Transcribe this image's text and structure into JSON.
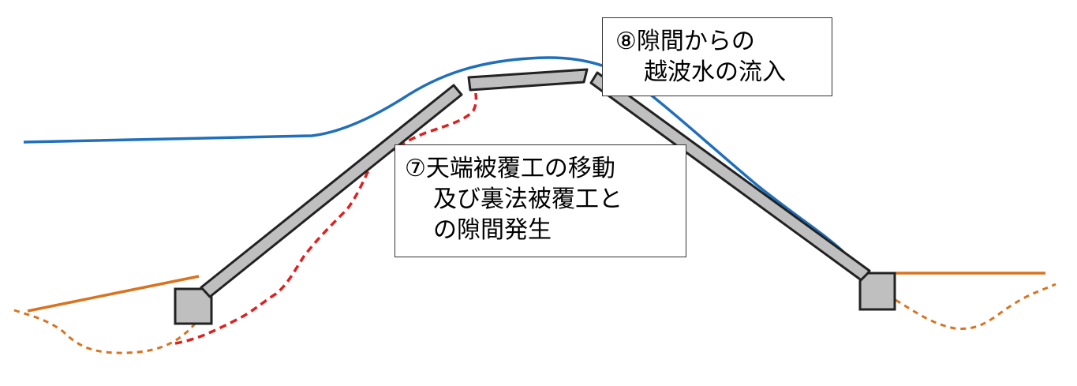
{
  "callouts": {
    "item_8": {
      "line_1": "⑧隙間からの",
      "line_2": "越波水の流入"
    },
    "item_7": {
      "line_1": "⑦天端被覆工の移動",
      "line_2": "及び裏法被覆工と",
      "line_3": "の隙間発生"
    }
  },
  "colors": {
    "water_line": "#1f6fba",
    "ground_line": "#d9731f",
    "scour_line": "#e02020",
    "armor_fill": "#bfbfbf",
    "armor_stroke": "#222222"
  }
}
